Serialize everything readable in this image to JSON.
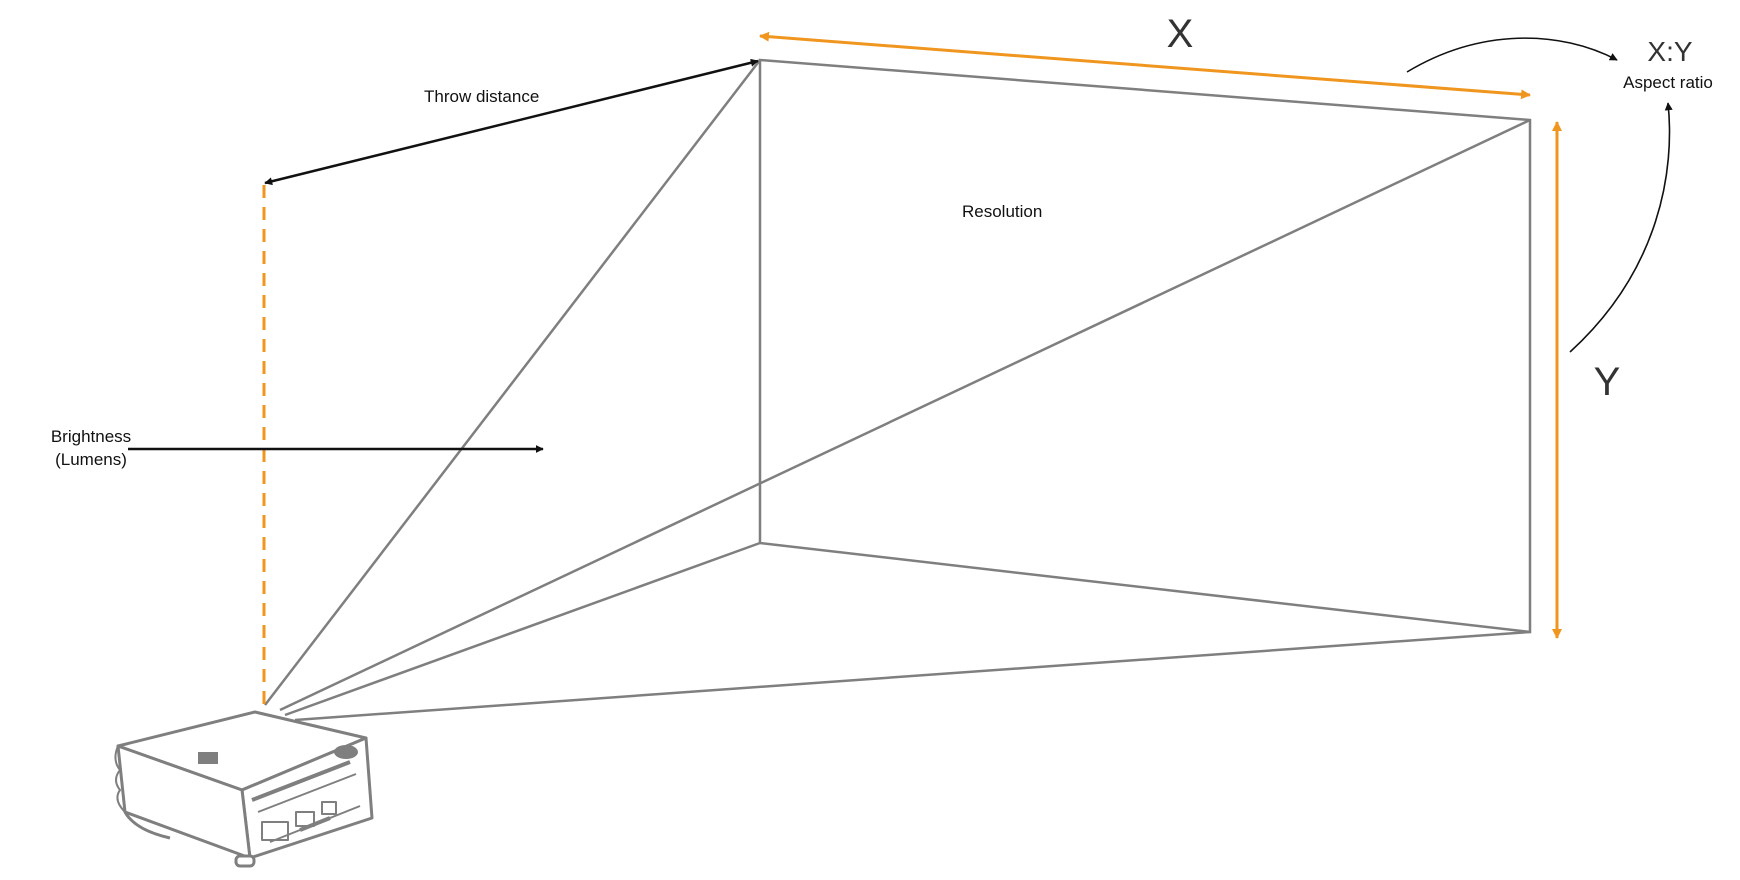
{
  "labels": {
    "throw_distance": "Throw distance",
    "resolution": "Resolution",
    "brightness_line1": "Brightness",
    "brightness_line2": "(Lumens)",
    "x_dimension": "X",
    "y_dimension": "Y",
    "aspect_value": "X:Y",
    "aspect_label": "Aspect ratio"
  },
  "colors": {
    "accent": "#f0961e",
    "frame": "#7f7f7f",
    "arrow": "#111111",
    "text": "#111111"
  },
  "icons": {
    "projector": "projector-icon"
  }
}
